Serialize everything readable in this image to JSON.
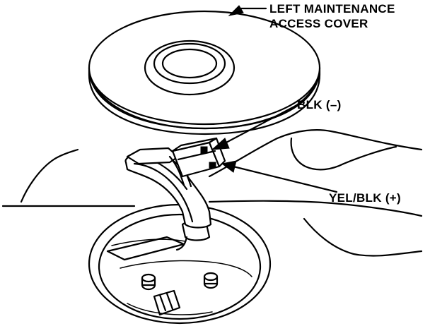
{
  "labels": {
    "cover_line1": "LEFT MAINTENANCE",
    "cover_line2": "ACCESS COVER",
    "blk": "BLK (–)",
    "yel_blk": "YEL/BLK (+)"
  },
  "colors": {
    "ink": "#000000",
    "paper": "#ffffff"
  }
}
